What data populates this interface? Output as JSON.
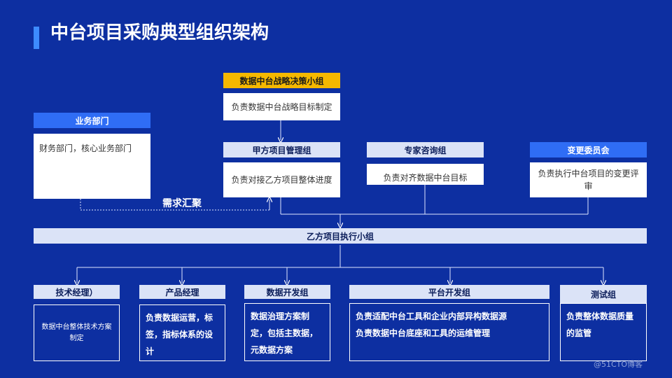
{
  "title": "中台项目采购典型组织架构",
  "nodes": {
    "strategy": {
      "header": "数据中台战略决策小组",
      "body": "负责数据中台战略目标制定"
    },
    "business": {
      "header": "业务部门",
      "body": "财务部门，核心业务部门"
    },
    "pm": {
      "header": "甲方项目管理组",
      "body": "负责对接乙方项目整体进度"
    },
    "expert": {
      "header": "专家咨询组",
      "body": "负责对齐数据中台目标"
    },
    "change": {
      "header": "变更委员会",
      "body": "负责执行中台项目的变更评审"
    },
    "exec": {
      "header": "乙方项目执行小组"
    },
    "tech": {
      "header": "技术经理）",
      "body": "数据中台整体技术方案制定"
    },
    "product": {
      "header": "产品经理",
      "body": "负责数据运营，标签，指标体系的设计"
    },
    "datadev": {
      "header": "数据开发组",
      "body": "数据治理方案制定，包括主数据，元数据方案"
    },
    "platform": {
      "header": "平台开发组",
      "body_line1": "负责适配中台工具和企业内部异构数据源",
      "body_line2": "负责数据中台底座和工具的运维管理"
    },
    "test": {
      "header": "测试组",
      "body": "负责整体数据质量的监管"
    }
  },
  "demand_label": "需求汇聚",
  "watermark": "@51CTO博客",
  "colors": {
    "background": "#0d2fa1",
    "accent": "#3d8bff",
    "yellow": "#f5b800",
    "blue_header": "#2f6df5",
    "light_header": "#dbe3f7"
  }
}
